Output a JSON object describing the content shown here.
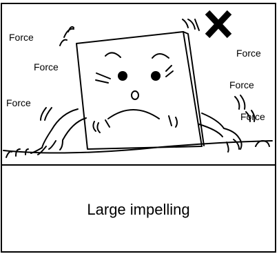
{
  "diagram": {
    "force_labels": [
      "Force",
      "Force",
      "Force",
      "Force",
      "Force",
      "Force"
    ],
    "caption": "Large impelling",
    "mark_icon": "x-mark-icon",
    "stroke_color": "#000000"
  }
}
